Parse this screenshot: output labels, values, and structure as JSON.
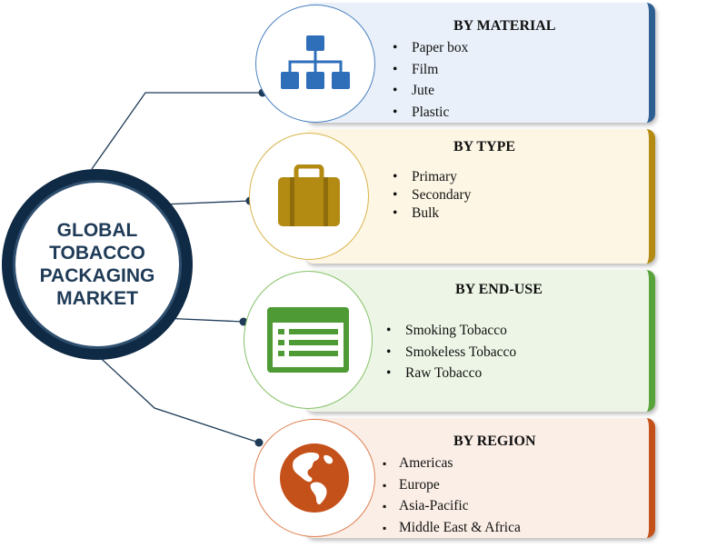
{
  "hub": {
    "title": "GLOBAL TOBACCO PACKAGING MARKET"
  },
  "segments": [
    {
      "heading": "BY MATERIAL",
      "icon": "hierarchy-icon",
      "accent": "#2e5f93",
      "items": [
        "Paper box",
        "Film",
        "Jute",
        "Plastic"
      ]
    },
    {
      "heading": "BY TYPE",
      "icon": "briefcase-icon",
      "accent": "#b38a12",
      "items": [
        "Primary",
        "Secondary",
        "Bulk"
      ]
    },
    {
      "heading": "BY END-USE",
      "icon": "list-window-icon",
      "accent": "#58a33a",
      "items": [
        "Smoking  Tobacco",
        "Smokeless Tobacco",
        "Raw Tobacco"
      ]
    },
    {
      "heading": "BY REGION",
      "icon": "globe-icon",
      "accent": "#c4511a",
      "items": [
        "Americas",
        "Europe",
        "Asia-Pacific",
        "Middle East & Africa"
      ]
    }
  ]
}
